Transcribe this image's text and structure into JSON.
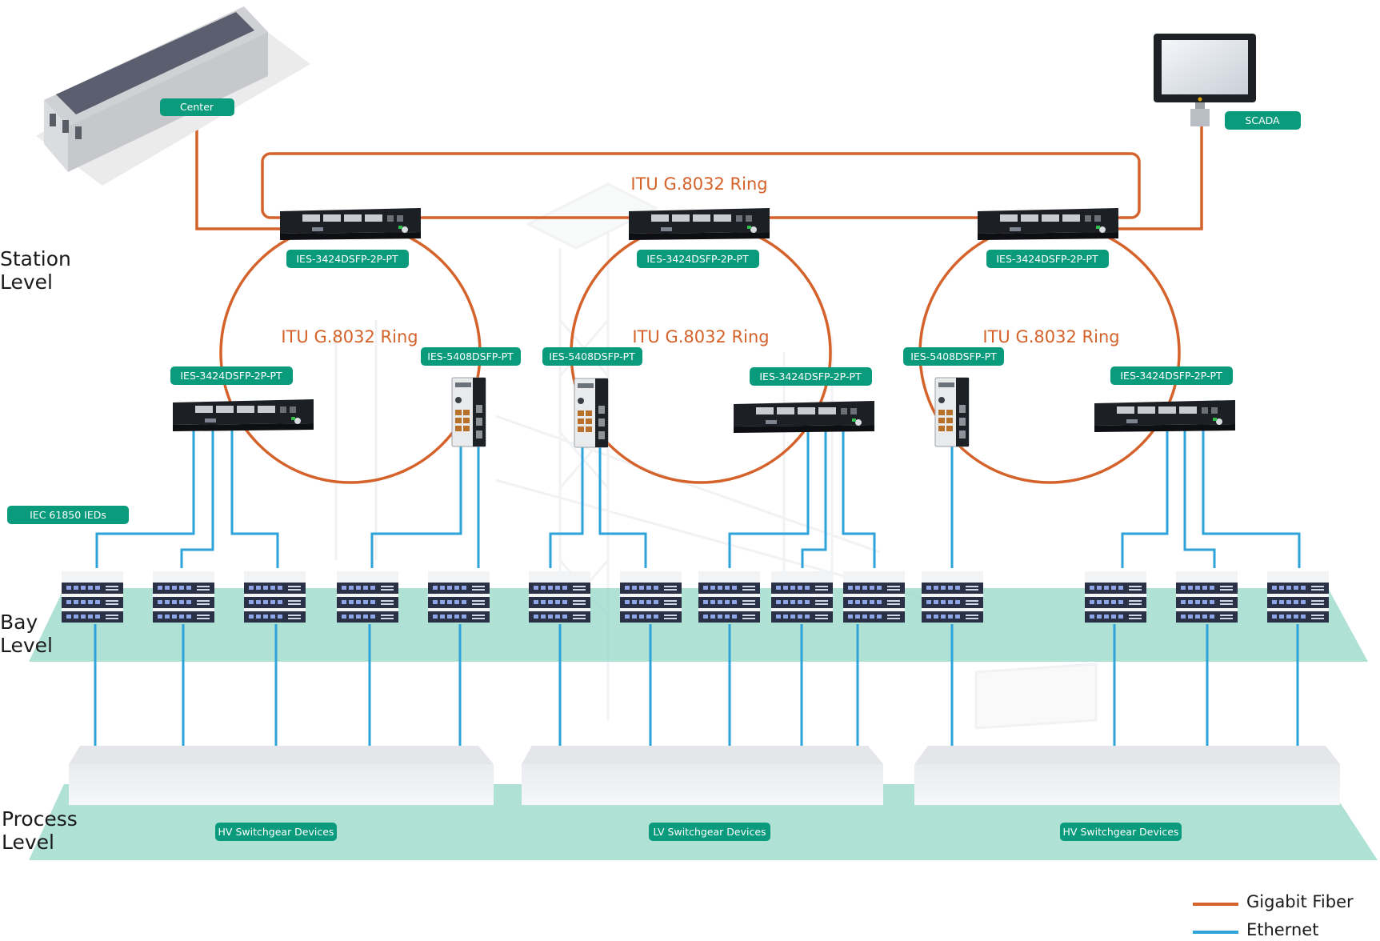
{
  "levels": [
    {
      "key": "station",
      "lines": [
        "Station",
        "Level"
      ]
    },
    {
      "key": "bay",
      "lines": [
        "Bay",
        "Level"
      ]
    },
    {
      "key": "process",
      "lines": [
        "Process",
        "Level"
      ]
    }
  ],
  "endpoints": {
    "center_label": "Center",
    "scada_label": "SCADA"
  },
  "rings": {
    "top_label": "ITU G.8032 Ring",
    "sub_labels": [
      "ITU G.8032 Ring",
      "ITU G.8032 Ring",
      "ITU G.8032 Ring"
    ]
  },
  "switch_labels": {
    "top_row": [
      "IES-3424DSFP-2P-PT",
      "IES-3424DSFP-2P-PT",
      "IES-3424DSFP-2P-PT"
    ],
    "ring1": [
      "IES-3424DSFP-2P-PT",
      "IES-5408DSFP-PT"
    ],
    "ring2": [
      "IES-5408DSFP-PT",
      "IES-3424DSFP-2P-PT"
    ],
    "ring3": [
      "IES-5408DSFP-PT",
      "IES-3424DSFP-2P-PT"
    ]
  },
  "ied_label": "IEC 61850 IEDs",
  "process_groups": [
    "HV Switchgear Devices",
    "LV Switchgear Devices",
    "HV Switchgear Devices"
  ],
  "legend": [
    {
      "label": "Gigabit Fiber",
      "color": "#d4622a"
    },
    {
      "label": "Ethernet",
      "color": "#2ea3d9"
    }
  ],
  "colors": {
    "label_bg": "#0a9a7c",
    "fiber": "#d4622a",
    "ethernet": "#2ea3d9",
    "level_band": "#9ad9c9"
  }
}
